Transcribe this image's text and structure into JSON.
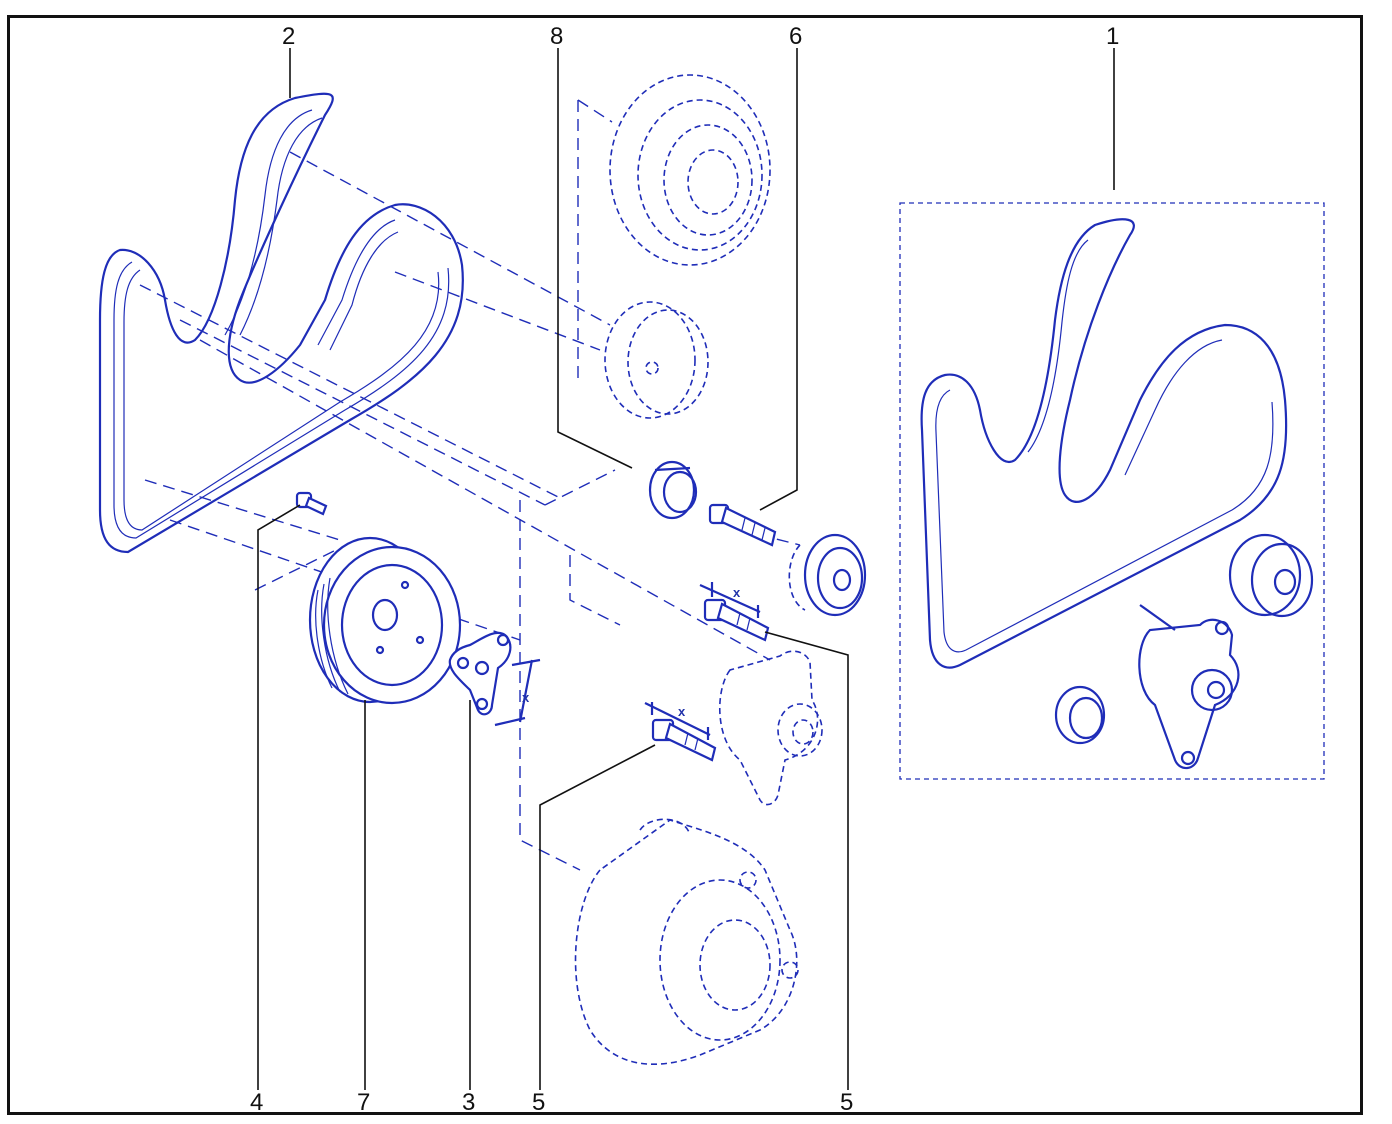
{
  "diagram": {
    "accent_color": "#1f2db8",
    "callouts": [
      {
        "id": "1",
        "text": "1"
      },
      {
        "id": "2",
        "text": "2"
      },
      {
        "id": "3",
        "text": "3"
      },
      {
        "id": "4",
        "text": "4"
      },
      {
        "id": "5a",
        "text": "5"
      },
      {
        "id": "5b",
        "text": "5"
      },
      {
        "id": "6",
        "text": "6"
      },
      {
        "id": "7",
        "text": "7"
      },
      {
        "id": "8",
        "text": "8"
      }
    ],
    "dimension_marks": [
      {
        "id": "x1",
        "text": "x"
      },
      {
        "id": "x2",
        "text": "x"
      },
      {
        "id": "x3",
        "text": "x"
      }
    ]
  }
}
